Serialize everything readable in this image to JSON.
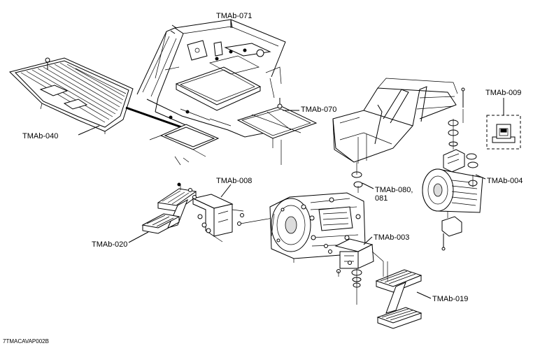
{
  "labels": {
    "tmab071": "TMAb-071",
    "tmab070": "TMAb-070",
    "tmab040": "TMAb-040",
    "tmab009": "TMAb-009",
    "tmab004": "TMAb-004",
    "tmab008": "TMAb-008",
    "tmab080_line1": "TMAb-080,",
    "tmab080_line2": "081",
    "tmab020": "TMAb-020",
    "tmab003": "TMAb-003",
    "tmab019": "TMAb-019"
  },
  "figure_code": "7TMACAVAP002B"
}
